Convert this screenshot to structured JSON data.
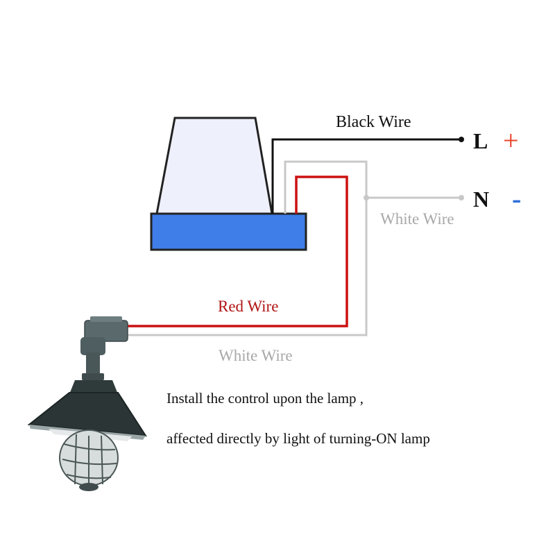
{
  "labels": {
    "black_wire": "Black Wire",
    "white_wire_supply": "White Wire",
    "red_wire": "Red Wire",
    "white_wire_lamp": "White Wire"
  },
  "terminals": {
    "live": {
      "letter": "L",
      "sign": "+"
    },
    "neutral": {
      "letter": "N",
      "sign": "-"
    }
  },
  "captions": {
    "line1": "Install the control upon the lamp ,",
    "line2": "affected directly by light of turning-ON lamp"
  },
  "colors": {
    "black_wire": "#111111",
    "white_wire": "#c8c8c8",
    "red_wire": "#cc1111",
    "sensor_cap": "#eef0fb",
    "sensor_base": "#3f7de8",
    "plus_sign": "#e8432a",
    "minus_sign": "#2f6fdc",
    "red_label": "#b01515",
    "white_label": "#a8a8a8"
  },
  "icons": [
    "photocell-sensor-icon",
    "lamp-icon"
  ]
}
